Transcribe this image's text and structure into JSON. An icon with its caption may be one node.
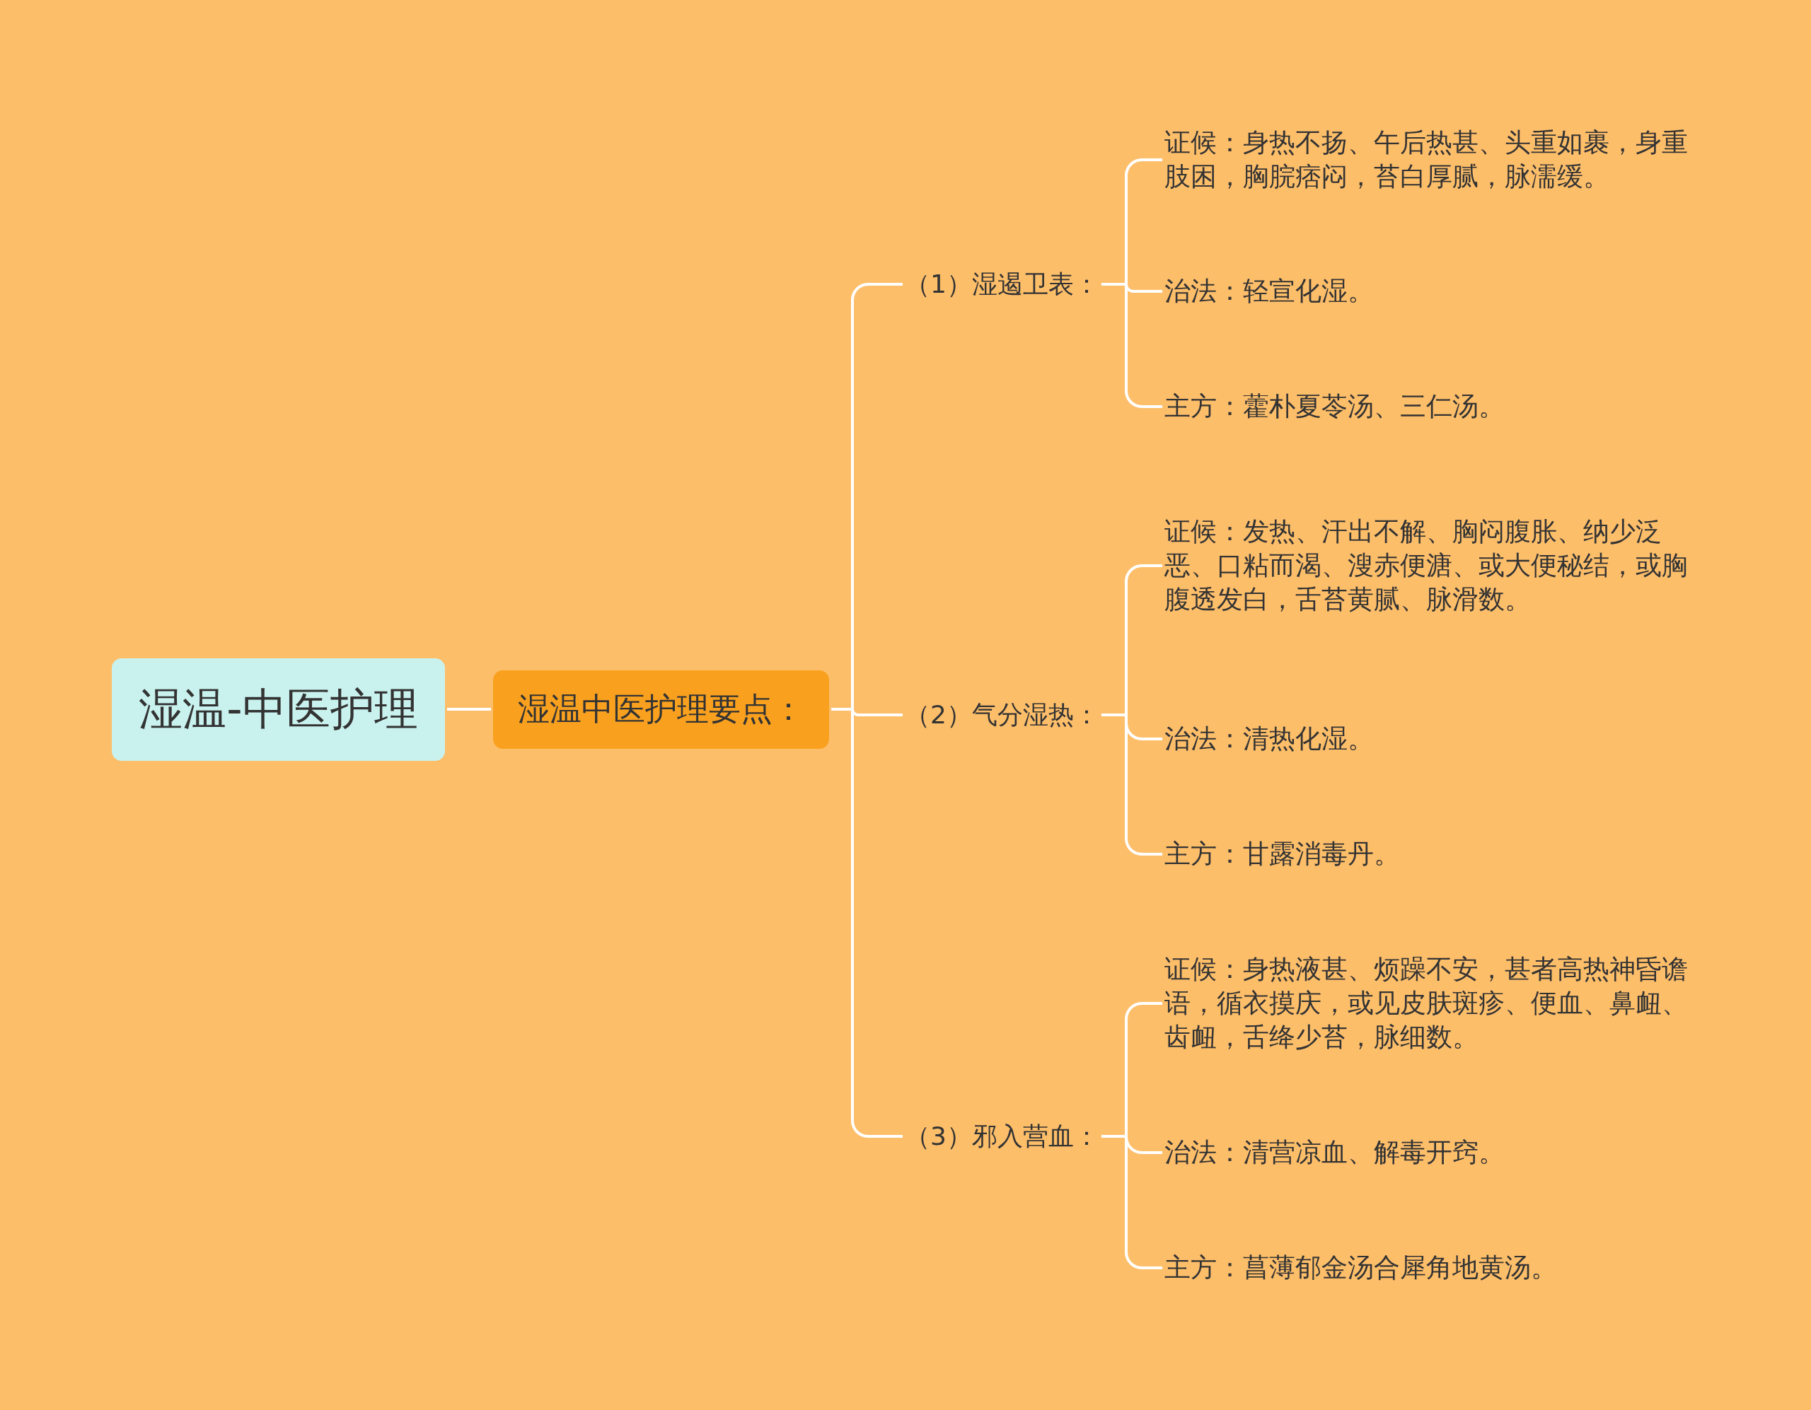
{
  "diagram": {
    "nodes": [
      {
        "text": [
          "湿温-中医护理"
        ]
      },
      {
        "text": [
          "湿温中医护理要点："
        ]
      },
      {
        "text": [
          "（1）湿遏卫表："
        ]
      },
      {
        "text": [
          "证候：身热不扬、午后热甚、头重如裹，身重肢困，胸脘痞闷，苔白厚腻，脉濡缓。"
        ]
      },
      {
        "text": [
          "治法：轻宣化湿。"
        ]
      },
      {
        "text": [
          "主方：藿朴夏苓汤、三仁汤。"
        ]
      },
      {
        "text": [
          "（2）气分湿热："
        ]
      },
      {
        "text": [
          "证候：发热、汗出不解、胸闷腹胀、纳少泛恶、口粘而渴、溲赤便溏、或大便秘结，或胸腹透发白，舌苔黄腻、脉滑数。"
        ]
      },
      {
        "text": [
          "治法：清热化湿。"
        ]
      },
      {
        "text": [
          "主方：甘露消毒丹。"
        ]
      },
      {
        "text": [
          "（3）邪入营血："
        ]
      },
      {
        "text": [
          "证候：身热液甚、烦躁不安，甚者高热神昏谵语，循衣摸庆，或见皮肤斑疹、便血、鼻衄、齿衄，舌绛少苔，脉细数。"
        ]
      },
      {
        "text": [
          "治法：清营凉血、解毒开窍。"
        ]
      },
      {
        "text": [
          "主方：菖薄郁金汤合犀角地黄汤。"
        ]
      }
    ],
    "edges": [
      {
        "from": 0,
        "to": 1,
        "arrow": "none"
      },
      {
        "from": 1,
        "to": 2,
        "arrow": "none"
      },
      {
        "from": 1,
        "to": 6,
        "arrow": "none"
      },
      {
        "from": 1,
        "to": 10,
        "arrow": "none"
      },
      {
        "from": 2,
        "to": 3,
        "arrow": "none"
      },
      {
        "from": 2,
        "to": 4,
        "arrow": "none"
      },
      {
        "from": 2,
        "to": 5,
        "arrow": "none"
      },
      {
        "from": 6,
        "to": 7,
        "arrow": "none"
      },
      {
        "from": 6,
        "to": 8,
        "arrow": "none"
      },
      {
        "from": 6,
        "to": 9,
        "arrow": "none"
      },
      {
        "from": 10,
        "to": 11,
        "arrow": "none"
      },
      {
        "from": 10,
        "to": 12,
        "arrow": "none"
      },
      {
        "from": 10,
        "to": 13,
        "arrow": "none"
      }
    ]
  }
}
